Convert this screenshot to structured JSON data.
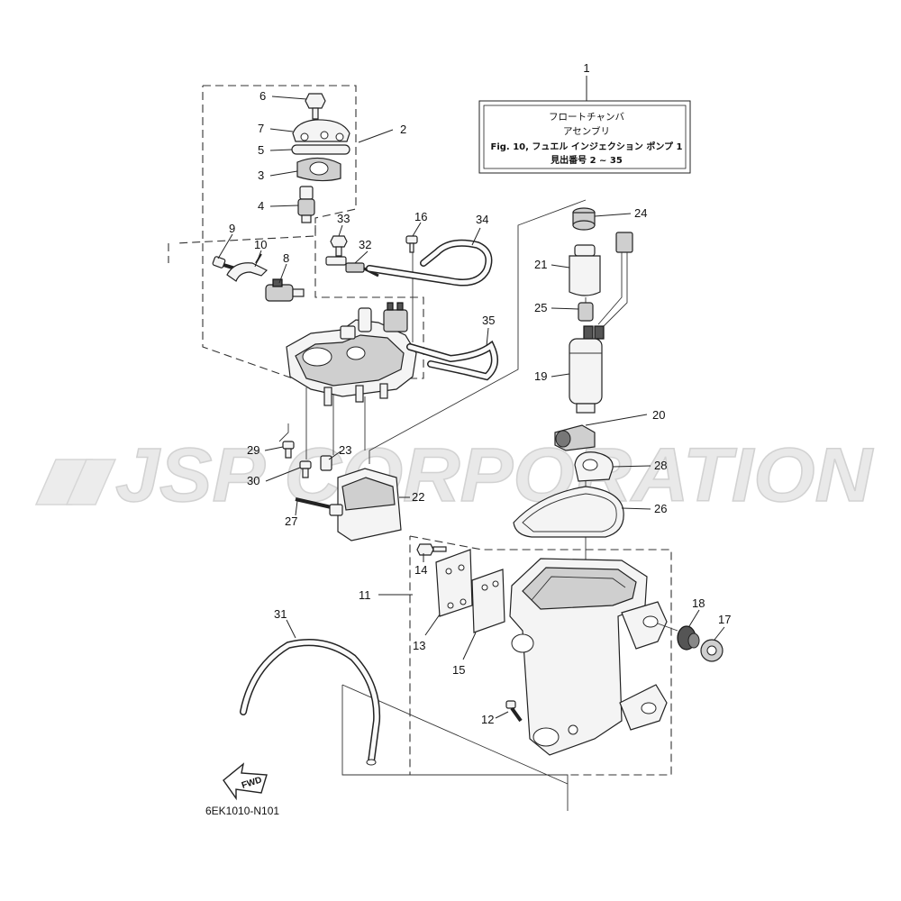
{
  "watermark": "JSP CORPORATION",
  "assembly_box": {
    "number": "1",
    "line1": "フロートチャンバ",
    "line2": "アセンブリ",
    "line3": "Fig. 10, フュエル インジェクション ポンプ 1",
    "line4": "見出番号 2 ~ 35"
  },
  "fwd_label": "FWD",
  "diagram_code": "6EK1010-N101",
  "callouts": [
    {
      "id": "c1",
      "text": "1"
    },
    {
      "id": "c2",
      "text": "2"
    },
    {
      "id": "c3",
      "text": "3"
    },
    {
      "id": "c4",
      "text": "4"
    },
    {
      "id": "c5",
      "text": "5"
    },
    {
      "id": "c6",
      "text": "6"
    },
    {
      "id": "c7",
      "text": "7"
    },
    {
      "id": "c8",
      "text": "8"
    },
    {
      "id": "c9",
      "text": "9"
    },
    {
      "id": "c10",
      "text": "10"
    },
    {
      "id": "c11",
      "text": "11"
    },
    {
      "id": "c12",
      "text": "12"
    },
    {
      "id": "c13",
      "text": "13"
    },
    {
      "id": "c14",
      "text": "14"
    },
    {
      "id": "c15",
      "text": "15"
    },
    {
      "id": "c16",
      "text": "16"
    },
    {
      "id": "c17",
      "text": "17"
    },
    {
      "id": "c18",
      "text": "18"
    },
    {
      "id": "c19",
      "text": "19"
    },
    {
      "id": "c20",
      "text": "20"
    },
    {
      "id": "c21",
      "text": "21"
    },
    {
      "id": "c22",
      "text": "22"
    },
    {
      "id": "c23",
      "text": "23"
    },
    {
      "id": "c24",
      "text": "24"
    },
    {
      "id": "c25",
      "text": "25"
    },
    {
      "id": "c26",
      "text": "26"
    },
    {
      "id": "c27",
      "text": "27"
    },
    {
      "id": "c28",
      "text": "28"
    },
    {
      "id": "c29",
      "text": "29"
    },
    {
      "id": "c30",
      "text": "30"
    },
    {
      "id": "c31",
      "text": "31"
    },
    {
      "id": "c32",
      "text": "32"
    },
    {
      "id": "c33",
      "text": "33"
    },
    {
      "id": "c34",
      "text": "34"
    },
    {
      "id": "c35",
      "text": "35"
    }
  ]
}
